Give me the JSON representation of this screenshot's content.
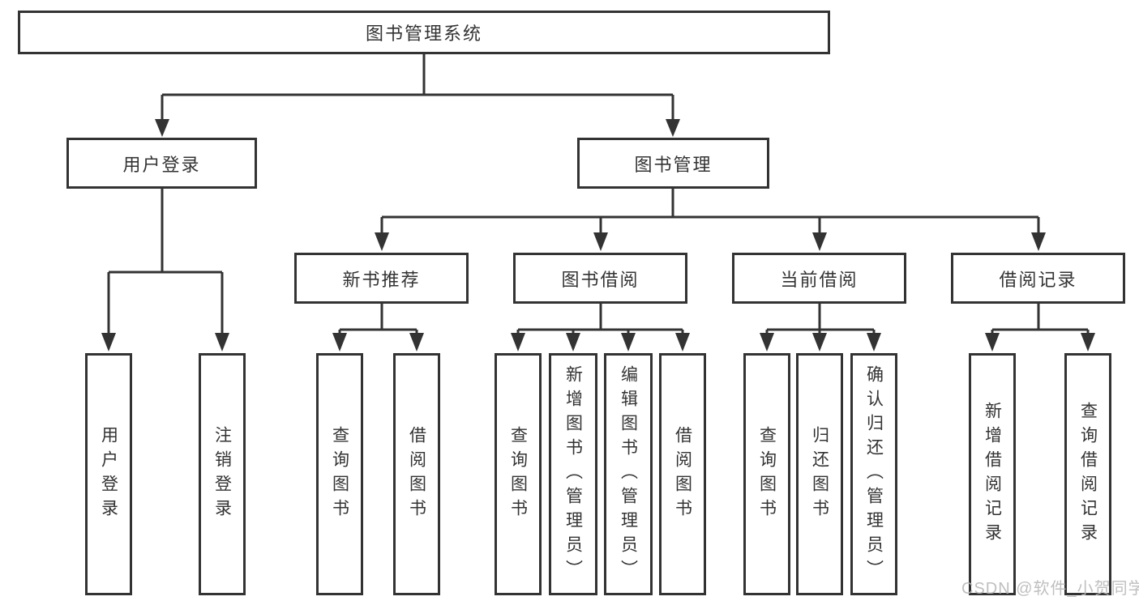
{
  "tree": {
    "label": "图书管理系统",
    "children": [
      {
        "label": "用户登录",
        "children": [
          {
            "label": "用户登录"
          },
          {
            "label": "注销登录"
          }
        ]
      },
      {
        "label": "图书管理",
        "children": [
          {
            "label": "新书推荐",
            "children": [
              {
                "label": "查询图书"
              },
              {
                "label": "借阅图书"
              }
            ]
          },
          {
            "label": "图书借阅",
            "children": [
              {
                "label": "查询图书"
              },
              {
                "label": "新增图书（管理员）"
              },
              {
                "label": "编辑图书（管理员）"
              },
              {
                "label": "借阅图书"
              }
            ]
          },
          {
            "label": "当前借阅",
            "children": [
              {
                "label": "查询图书"
              },
              {
                "label": "归还图书"
              },
              {
                "label": "确认归还（管理员）"
              }
            ]
          },
          {
            "label": "借阅记录",
            "children": [
              {
                "label": "新增借阅记录"
              },
              {
                "label": "查询借阅记录"
              }
            ]
          }
        ]
      }
    ]
  },
  "watermark": "CSDN @软件_小贺同学",
  "colors": {
    "line": "#333333",
    "text": "#333333",
    "watermark_gray": "#b9b9b9",
    "background": "#ffffff"
  }
}
